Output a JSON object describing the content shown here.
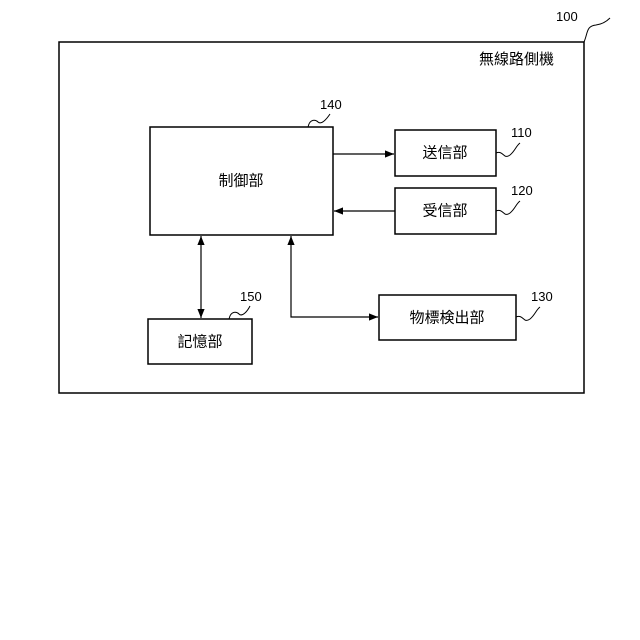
{
  "device": {
    "name": "無線路側機",
    "ref": "100"
  },
  "blocks": {
    "control": {
      "label": "制御部",
      "ref": "140"
    },
    "transmit": {
      "label": "送信部",
      "ref": "110"
    },
    "receive": {
      "label": "受信部",
      "ref": "120"
    },
    "detect": {
      "label": "物標検出部",
      "ref": "130"
    },
    "storage": {
      "label": "記憶部",
      "ref": "150"
    }
  },
  "colors": {
    "line": "#000000",
    "background": "#ffffff"
  }
}
